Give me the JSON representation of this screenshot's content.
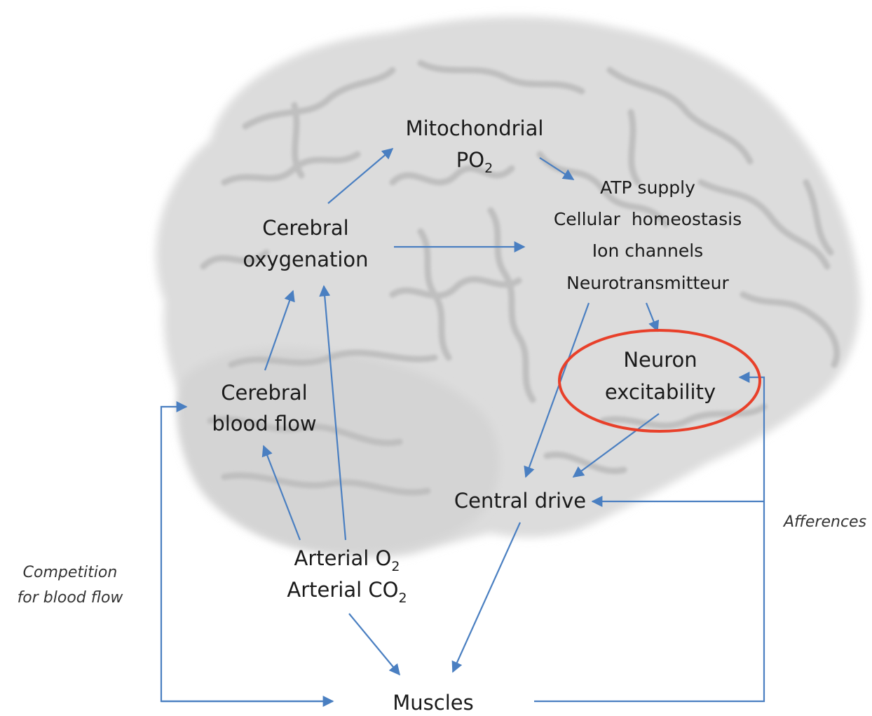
{
  "diagram": {
    "nodes": {
      "mitochondrial": {
        "line1": "Mitochondrial",
        "line2_main": "PO",
        "line2_sub": "2"
      },
      "cellular": {
        "lines": [
          "ATP supply",
          "Cellular  homeostasis",
          "Ion channels",
          "Neurotransmitteur"
        ]
      },
      "cerebral_oxygenation": {
        "line1": "Cerebral",
        "line2": "oxygenation"
      },
      "neuron_excitability": {
        "line1": "Neuron",
        "line2": "excitability"
      },
      "cerebral_blood_flow": {
        "line1": "Cerebral",
        "line2": "blood flow"
      },
      "central_drive": {
        "label": "Central drive"
      },
      "arterial": {
        "line1_main": "Arterial O",
        "line1_sub": "2",
        "line2_main": "Arterial CO",
        "line2_sub": "2"
      },
      "muscles": {
        "label": "Muscles"
      }
    },
    "side_labels": {
      "competition": {
        "line1": "Competition",
        "line2": "for blood flow"
      },
      "afferences": {
        "label": "Afferences"
      }
    },
    "colors": {
      "arrow": "#4a7fc1",
      "highlight_ellipse": "#e8402a",
      "brain_base": "#d8d8d8",
      "brain_fold": "#c4c4c4",
      "text": "#1a1a1a"
    }
  }
}
